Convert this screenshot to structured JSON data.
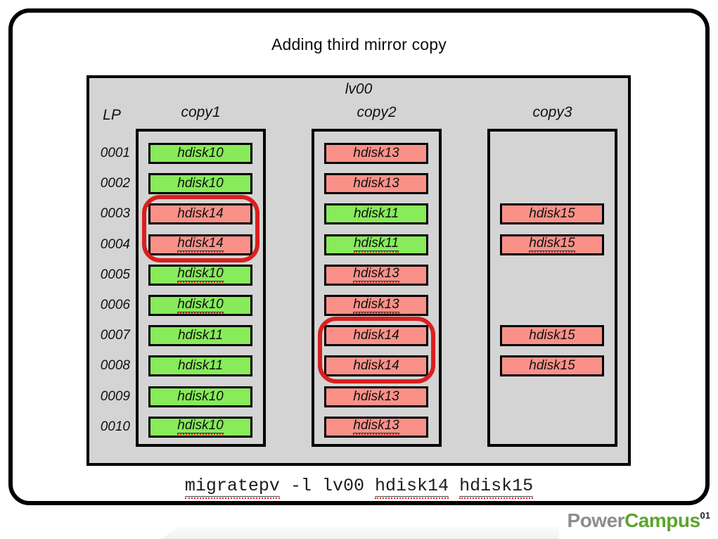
{
  "title": "Adding third mirror copy",
  "panel": {
    "volume_label": "lv00",
    "lp_header": "LP",
    "lp_rows": [
      "0001",
      "0002",
      "0003",
      "0004",
      "0005",
      "0006",
      "0007",
      "0008",
      "0009",
      "0010"
    ],
    "columns": [
      {
        "label": "copy1",
        "cells": [
          {
            "label": "hdisk10",
            "color": "green",
            "misspelled_mark": false
          },
          {
            "label": "hdisk10",
            "color": "green",
            "misspelled_mark": false
          },
          {
            "label": "hdisk14",
            "color": "red",
            "misspelled_mark": false
          },
          {
            "label": "hdisk14",
            "color": "red",
            "misspelled_mark": true
          },
          {
            "label": "hdisk10",
            "color": "green",
            "misspelled_mark": true
          },
          {
            "label": "hdisk10",
            "color": "green",
            "misspelled_mark": true
          },
          {
            "label": "hdisk11",
            "color": "green",
            "misspelled_mark": false
          },
          {
            "label": "hdisk11",
            "color": "green",
            "misspelled_mark": false
          },
          {
            "label": "hdisk10",
            "color": "green",
            "misspelled_mark": false
          },
          {
            "label": "hdisk10",
            "color": "green",
            "misspelled_mark": true
          }
        ]
      },
      {
        "label": "copy2",
        "cells": [
          {
            "label": "hdisk13",
            "color": "red",
            "misspelled_mark": false
          },
          {
            "label": "hdisk13",
            "color": "red",
            "misspelled_mark": false
          },
          {
            "label": "hdisk11",
            "color": "green",
            "misspelled_mark": false
          },
          {
            "label": "hdisk11",
            "color": "green",
            "misspelled_mark": true
          },
          {
            "label": "hdisk13",
            "color": "red",
            "misspelled_mark": true
          },
          {
            "label": "hdisk13",
            "color": "red",
            "misspelled_mark": true
          },
          {
            "label": "hdisk14",
            "color": "red",
            "misspelled_mark": false
          },
          {
            "label": "hdisk14",
            "color": "red",
            "misspelled_mark": false
          },
          {
            "label": "hdisk13",
            "color": "red",
            "misspelled_mark": false
          },
          {
            "label": "hdisk13",
            "color": "red",
            "misspelled_mark": true
          }
        ]
      },
      {
        "label": "copy3",
        "cells": [
          null,
          null,
          {
            "label": "hdisk15",
            "color": "red",
            "misspelled_mark": false
          },
          {
            "label": "hdisk15",
            "color": "red",
            "misspelled_mark": true
          },
          null,
          null,
          {
            "label": "hdisk15",
            "color": "red",
            "misspelled_mark": false
          },
          {
            "label": "hdisk15",
            "color": "red",
            "misspelled_mark": false
          },
          null,
          null
        ]
      }
    ]
  },
  "highlight_rings": [
    {
      "column": 0,
      "rows": [
        "0003",
        "0004"
      ]
    },
    {
      "column": 1,
      "rows": [
        "0007",
        "0008"
      ]
    }
  ],
  "command": {
    "full_text": "migratepv -l lv00 hdisk14 hdisk15",
    "parts": [
      {
        "text": "migratepv",
        "misspelled_mark": true
      },
      {
        "text": "-l",
        "misspelled_mark": false
      },
      {
        "text": "lv00",
        "misspelled_mark": false
      },
      {
        "text": "hdisk14",
        "misspelled_mark": true
      },
      {
        "text": "hdisk15",
        "misspelled_mark": true
      }
    ]
  },
  "logo": {
    "gray_part": "Power",
    "green_part": "Campus",
    "superscript": "01"
  },
  "colors": {
    "green_block": "#87eb5a",
    "red_block": "#fa9189",
    "panel_background": "#d4d4d4",
    "highlight_ring": "#da1f1f",
    "misspell_squiggle": "#e02020",
    "logo_gray": "#8d8d8d",
    "logo_green": "#5da42e"
  }
}
